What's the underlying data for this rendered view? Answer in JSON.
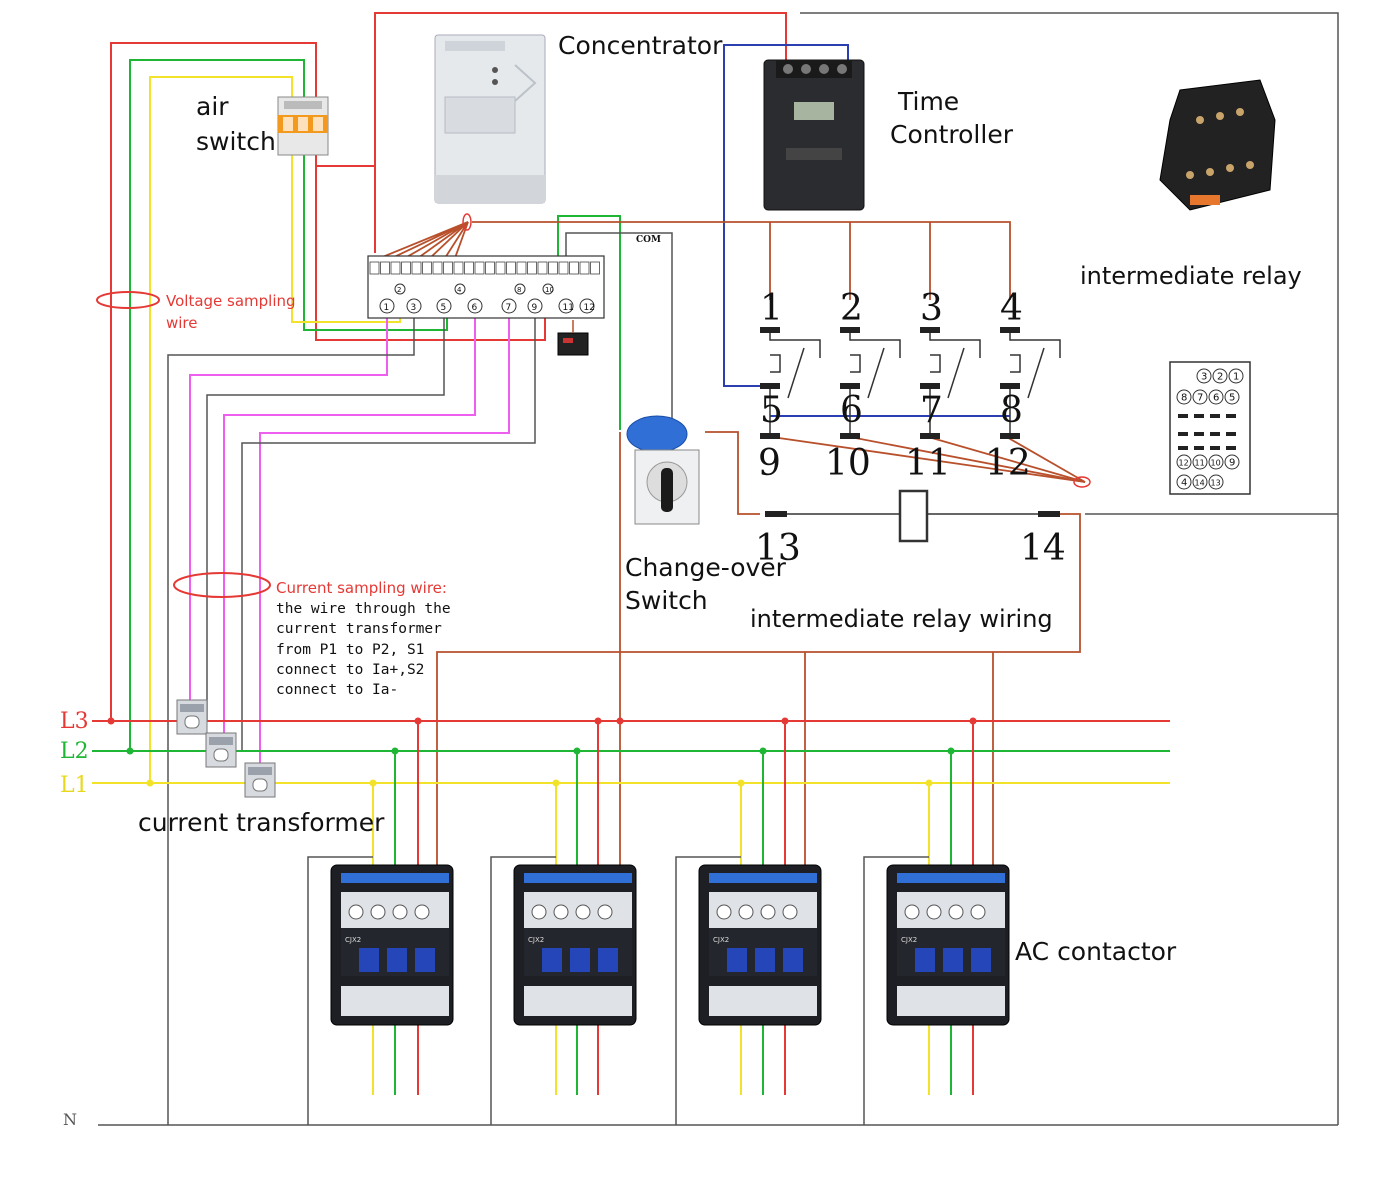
{
  "labels": {
    "concentrator": "Concentrator",
    "time_controller_1": "Time",
    "time_controller_2": "Controller",
    "air_switch_1": "air",
    "air_switch_2": "switch",
    "intermediate_relay": "intermediate relay",
    "voltage_sampling_1": "Voltage sampling",
    "voltage_sampling_2": "wire",
    "current_sampling_title": "Current sampling wire:",
    "current_sampling_lines": [
      "the wire through the",
      "current transformer",
      "from P1 to P2, S1",
      "connect to Ia+,S2",
      "connect to Ia-"
    ],
    "change_over_1": "Change-over",
    "change_over_2": "Switch",
    "relay_wiring": "intermediate relay wiring",
    "current_transformer": "current transformer",
    "ac_contactor": "AC contactor",
    "com": "COM"
  },
  "phases": {
    "l3": "L3",
    "l2": "L2",
    "l1": "L1",
    "n": "N"
  },
  "relay_terminals": [
    "1",
    "2",
    "3",
    "4",
    "5",
    "6",
    "7",
    "8",
    "9",
    "10",
    "11",
    "12",
    "13",
    "14"
  ],
  "meter_terminals": [
    "1",
    "2",
    "3",
    "4",
    "5",
    "6",
    "7",
    "8",
    "9",
    "10",
    "11",
    "12"
  ],
  "socket_pins": {
    "row1": [
      "3",
      "2",
      "1"
    ],
    "row2": [
      "8",
      "7",
      "6",
      "5"
    ],
    "row3": [
      "12",
      "11",
      "10",
      "9"
    ],
    "row4": [
      "4",
      "14",
      "13"
    ]
  },
  "contactor_model": "CJX2",
  "colors": {
    "l3": "#e53935",
    "l2": "#1fb535",
    "l1": "#f2e32a",
    "magenta": "#ef5fef",
    "blue": "#2b3fb0",
    "brown": "#b8502c",
    "neutral": "#555555",
    "annotation_red": "#e53935"
  }
}
